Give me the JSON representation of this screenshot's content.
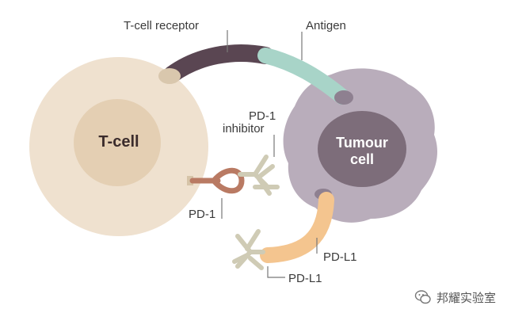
{
  "labels": {
    "t_cell_receptor": "T-cell receptor",
    "antigen": "Antigen",
    "pd1_inhibitor_line1": "PD-1",
    "pd1_inhibitor_line2": "inhibitor",
    "pd1": "PD-1",
    "pdl1_upper": "PD-L1",
    "pdl1_lower": "PD-L1"
  },
  "cells": {
    "t_cell": "T-cell",
    "tumour_line1": "Tumour",
    "tumour_line2": "cell"
  },
  "watermark": {
    "text": "邦耀实验室",
    "icon": "wechat-logo-icon"
  },
  "colors": {
    "t_cell_outer": "#efe1cf",
    "t_cell_nucleus": "#e4cfb3",
    "tumour_outer": "#b9adbb",
    "tumour_nucleus": "#7d6d7a",
    "receptor": "#5a4652",
    "antigen": "#a8d4c8",
    "pd1": "#b97a63",
    "inhibitor": "#cfcbb5",
    "pdl1": "#f4c58f",
    "label_line": "#777777"
  }
}
